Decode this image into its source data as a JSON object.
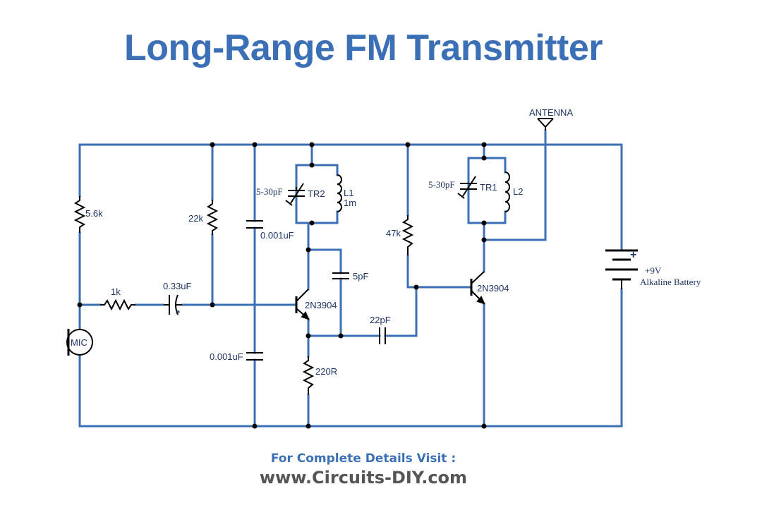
{
  "title": "Long-Range FM Transmitter",
  "labels": {
    "antenna": "ANTENNA",
    "r1": "5.6k",
    "r2": "22k",
    "r3": "1k",
    "c1": "0.33uF",
    "c_plus": "+",
    "mic": "MIC",
    "c2": "0.001uF",
    "c3": "0.001uF",
    "vc1": "5-30pF",
    "tr2": "TR2",
    "l1": "L1",
    "l1_value": "1m",
    "q1": "2N3904",
    "c4": "5pF",
    "c5": "22pF",
    "r4": "220R",
    "r5": "47k",
    "vc2": "5-30pF",
    "tr1": "TR1",
    "l2": "L2",
    "q2": "2N3904",
    "battery_plus": "+",
    "battery_voltage": "+9V",
    "battery_type": "Alkaline Battery"
  },
  "colors": {
    "wire": "#3b6fb6",
    "component": "#000000",
    "title": "#3b6fb6",
    "footer_text": "#555555"
  },
  "footer": {
    "line1": "For Complete Details Visit :",
    "line2": "www.Circuits-DIY.com"
  }
}
